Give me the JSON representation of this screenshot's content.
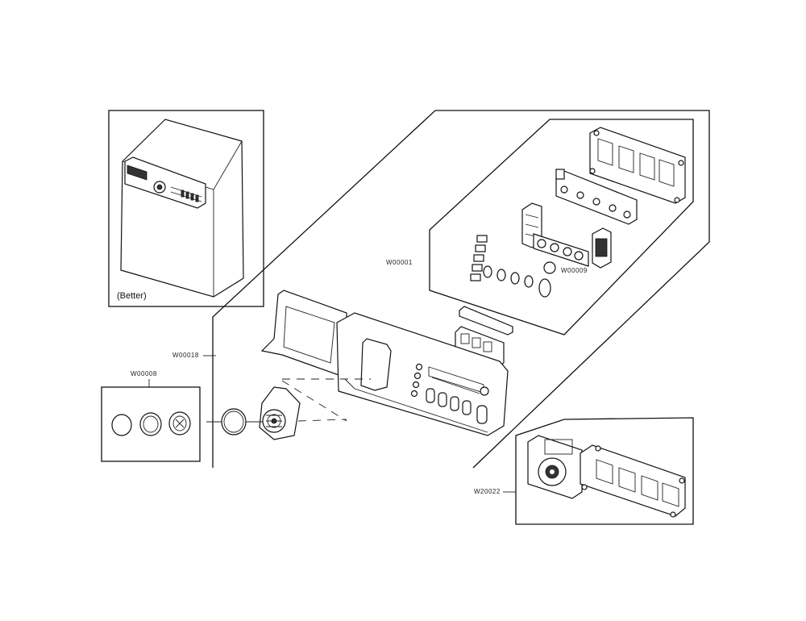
{
  "inset_caption": "(Better)",
  "labels": {
    "control_panel": "W00018",
    "knob_group": "W00008",
    "button_group": "W00001",
    "single_knob": "W00009",
    "pcb_assembly": "W20022"
  }
}
